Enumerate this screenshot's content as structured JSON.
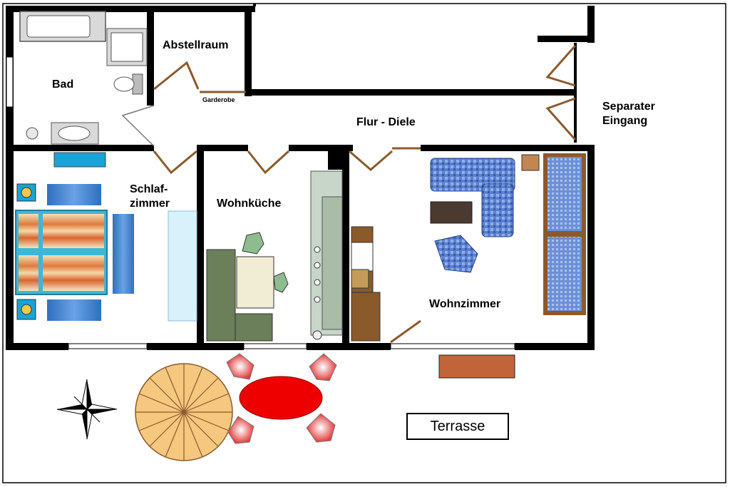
{
  "plan": {
    "rooms": {
      "bad": "Bad",
      "abstellraum": "Abstellraum",
      "garderobe": "Garderobe",
      "flur": "Flur - Diele",
      "separater_line1": "Separater",
      "separater_line2": "Eingang",
      "schlaf_line1": "Schlaf-",
      "schlaf_line2": "zimmer",
      "wohnkueche": "Wohnküche",
      "wohnzimmer": "Wohnzimmer",
      "terrasse": "Terrasse"
    },
    "colors": {
      "wall": "#000000",
      "door": "#8b5a2b",
      "sofa": "#4a6fc4",
      "table": "#ee0000",
      "umbrella": "#f5c77f",
      "kitchen": "#6b7f5a",
      "window": "#cfe6ee"
    }
  }
}
